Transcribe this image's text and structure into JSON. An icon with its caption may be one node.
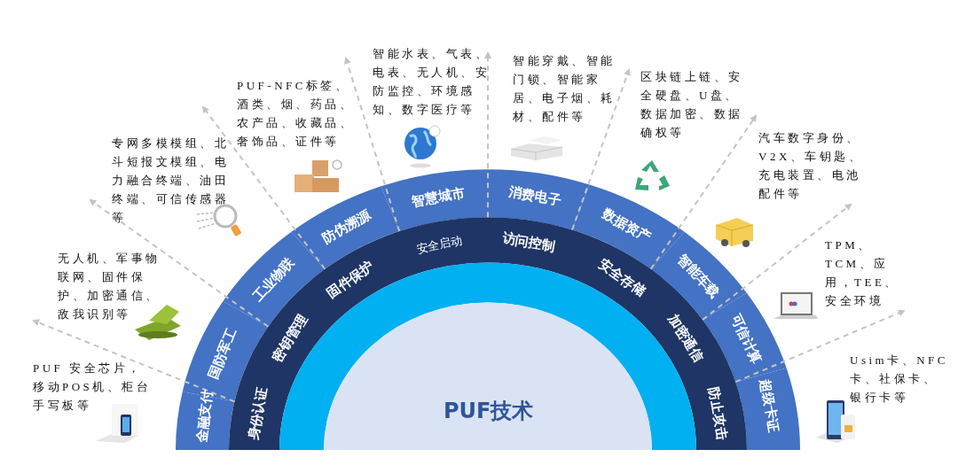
{
  "diagram": {
    "nodes": [
      {
        "text": [
          "金融支付"
        ]
      },
      {
        "text": [
          "国防军工"
        ]
      },
      {
        "text": [
          "工业物联"
        ]
      },
      {
        "text": [
          "防伪溯源"
        ]
      },
      {
        "text": [
          "智慧城市"
        ]
      },
      {
        "text": [
          "消费电子"
        ]
      },
      {
        "text": [
          "数据资产"
        ]
      },
      {
        "text": [
          "智能车载"
        ]
      },
      {
        "text": [
          "可信计算"
        ]
      },
      {
        "text": [
          "超级卡证"
        ]
      },
      {
        "text": [
          "身份认证"
        ]
      },
      {
        "text": [
          "密钥管理"
        ]
      },
      {
        "text": [
          "固件保护"
        ]
      },
      {
        "text": [
          "安全启动"
        ]
      },
      {
        "text": [
          "访问控制"
        ]
      },
      {
        "text": [
          "安全存储"
        ]
      },
      {
        "text": [
          "加密通信"
        ]
      },
      {
        "text": [
          "防止攻击"
        ]
      },
      {
        "text": [
          "PUF技术"
        ]
      }
    ],
    "labels": [
      "PUF 安全芯片，移动POS机、柜台手写板等",
      "无人机、军事物联网、固件保护、加密通信、敌我识别等",
      "专网多模模组、北斗短报文模组、电力融合终端、油田终端、可信传感器等",
      "PUF-NFC标签、酒类、烟、药品、农产品、收藏品、奢饰品、证件等",
      "智能水表、气表、电表、无人机、安防监控、环境感知、数字医疗等",
      "智能穿戴、智能门锁、智能家居、电子烟、耗材、配件等",
      "区块链上链、安全硬盘、U盘、数据加密、数据确权等",
      "汽车数字身份、V2X、车钥匙、充电装置、电池配件等",
      "TPM、TCM、应用，TEE、安全环境",
      "Usim卡、NFC卡、社保卡、银行卡等"
    ]
  }
}
